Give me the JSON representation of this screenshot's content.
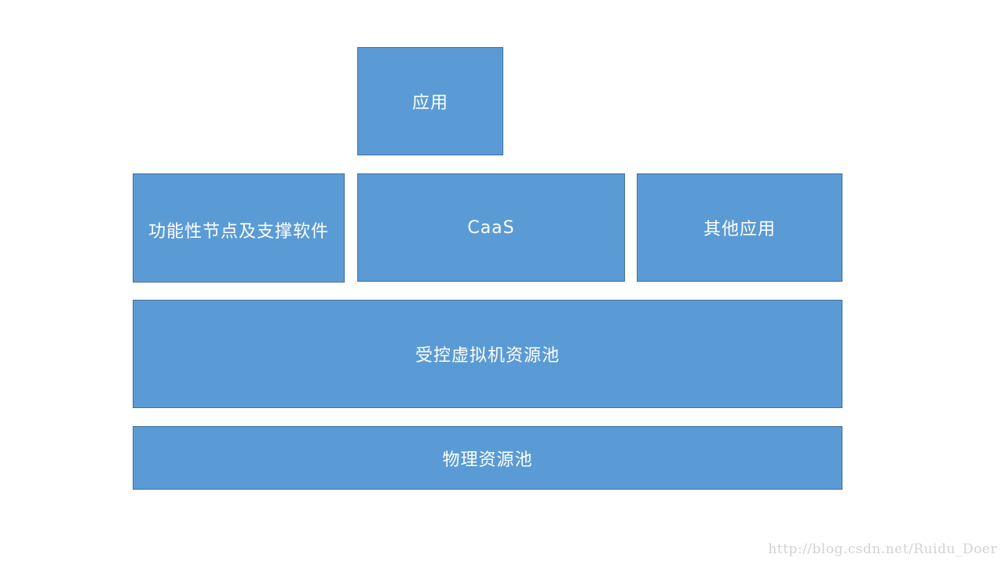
{
  "diagram": {
    "blocks": {
      "app": "应用",
      "functional_nodes": "功能性节点及支撑软件",
      "caas": "CaaS",
      "other_apps": "其他应用",
      "vm_pool": "受控虚拟机资源池",
      "physical_pool": "物理资源池"
    },
    "colors": {
      "block_fill": "#5b9bd5",
      "block_border": "#41719c",
      "text": "#ffffff"
    }
  },
  "watermark": "http://blog.csdn.net/Ruidu_Doer"
}
